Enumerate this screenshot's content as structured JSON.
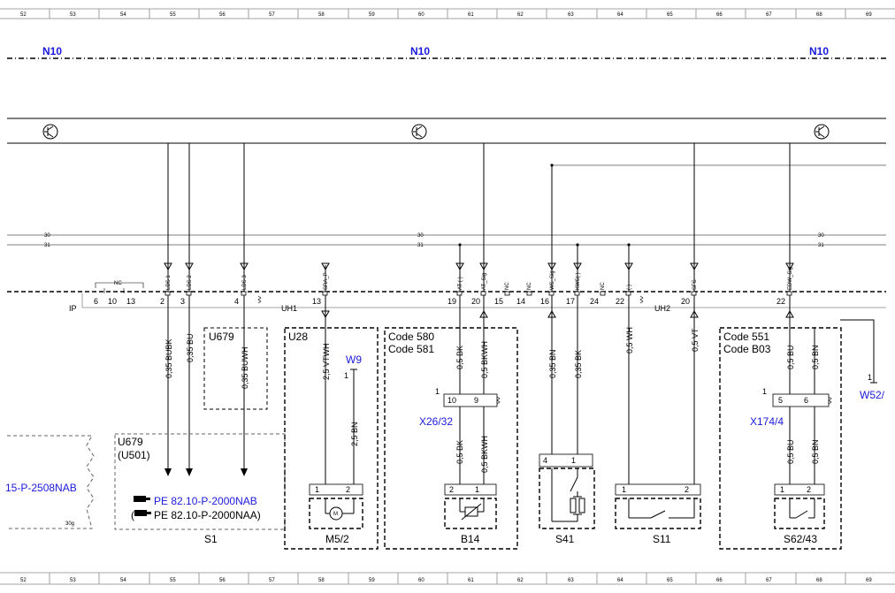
{
  "grid_columns": [
    "52",
    "53",
    "54",
    "55",
    "56",
    "57",
    "58",
    "59",
    "60",
    "61",
    "62",
    "63",
    "64",
    "65",
    "66",
    "67",
    "68",
    "69"
  ],
  "module": {
    "label": "N10"
  },
  "bus": {
    "line30": "30",
    "line31": "31"
  },
  "connectors": {
    "ip": "IP",
    "uh1": "UH1",
    "uh2": "UH2"
  },
  "nc": "NC",
  "pins": {
    "ip_6": "6",
    "ip_10": "10",
    "ip_13": "13",
    "ip_2": "2",
    "ip_3": "3",
    "ip_4": "4",
    "uh1_13": "13",
    "b_19": "19",
    "b_20": "20",
    "b_15": "15",
    "b_14": "14",
    "b_16": "16",
    "b_17": "17",
    "b_24": "24",
    "b_22": "22",
    "uh2_20": "20",
    "uh2_22": "22",
    "one": "1",
    "two": "2",
    "four": "4",
    "five": "5",
    "six": "6",
    "nine": "9",
    "ten": "10"
  },
  "signals": {
    "lds1": "LDS 1",
    "lds2": "LDS 2",
    "lds3": "LDS 3",
    "sra_p": "SRA_P",
    "at_minus": "AT (-)",
    "at_sig": "AT_Sig",
    "nc": "NC",
    "ws_sig": "WS_Sig",
    "kws_minus": "KWS(-)",
    "minus": "(-)",
    "sfs": "SFS",
    "edw_sig": "EDW_Sig"
  },
  "wires": {
    "w_bubk": "0,35 BUBK",
    "w_bu": "0,35 BU",
    "w_buwh": "0,35 BUWH",
    "w_vtwh": "2,5 VTWH",
    "w_bn25": "2,5 BN",
    "w_bk05": "0,5 BK",
    "w_bkwh05": "0,5 BKWH",
    "w_bn035": "0,35 BN",
    "w_bk035": "0,35 BK",
    "w_wh05": "0,5 WH",
    "w_vt05": "0,5 VT",
    "w_bu05": "0,5 BU",
    "w_bn05": "0,5 BN"
  },
  "codes": {
    "u679": "U679",
    "u679_u501": "(U501)",
    "u28": "U28",
    "c580": "Code 580",
    "c581": "Code 581",
    "c551": "Code 551",
    "cb03": "Code B03"
  },
  "refs": {
    "pe_nab": "PE 82.10-P-2000NAB",
    "pe_naa": "PE 82.10-P-2000NAA)",
    "paren_open": "(",
    "left_ref": "15-P-2508NAB",
    "left_ref_small": "30g"
  },
  "connector_refs": {
    "w9": "W9",
    "x26": "X26/32",
    "x174": "X174/4",
    "w52": "W52/"
  },
  "components": {
    "s1": "S1",
    "m5": "M5/2",
    "b14": "B14",
    "s41": "S41",
    "s11": "S11",
    "s62": "S62/43"
  },
  "colors": {
    "blue_label": "#1a1adc",
    "line": "#000000",
    "frame": "#888888"
  }
}
